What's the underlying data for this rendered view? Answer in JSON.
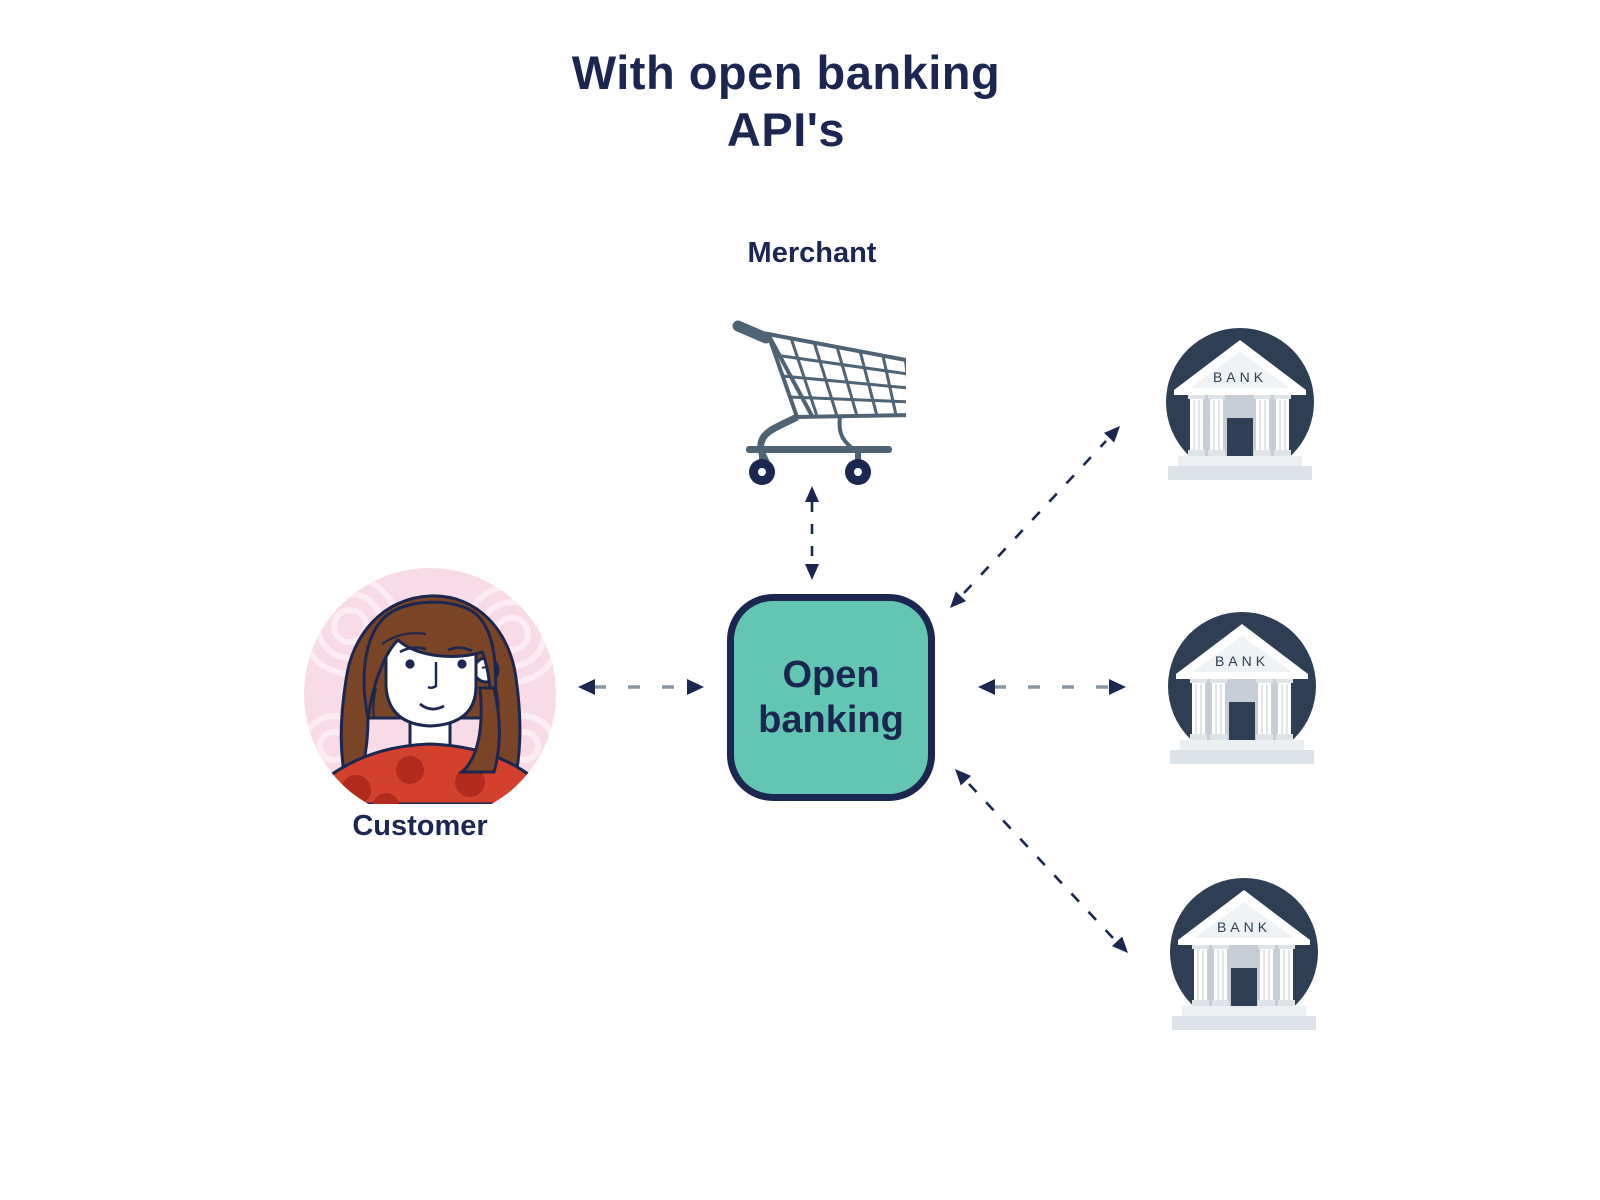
{
  "title": {
    "line1": "With open banking",
    "line2": "API's"
  },
  "merchant": {
    "label": "Merchant",
    "icon": "shopping-cart-icon"
  },
  "customer": {
    "label": "Customer",
    "icon": "customer-avatar"
  },
  "hub": {
    "label_line1": "Open",
    "label_line2": "banking"
  },
  "banks": [
    {
      "label": "BANK",
      "icon": "bank-building-icon"
    },
    {
      "label": "BANK",
      "icon": "bank-building-icon"
    },
    {
      "label": "BANK",
      "icon": "bank-building-icon"
    }
  ],
  "connectors": [
    {
      "name": "merchant-hub",
      "style": "dashed-double-arrow"
    },
    {
      "name": "customer-hub",
      "style": "dashed-double-arrow"
    },
    {
      "name": "hub-bank-top",
      "style": "dashed-double-arrow"
    },
    {
      "name": "hub-bank-middle",
      "style": "dashed-double-arrow"
    },
    {
      "name": "hub-bank-bottom",
      "style": "dashed-double-arrow"
    }
  ],
  "colors": {
    "navy_text": "#1b2750",
    "hub_teal": "#63c6b3",
    "bank_circle": "#2e3f55",
    "cart_slate": "#4e6374",
    "dash_gray": "#8b95a3",
    "avatar_pink": "#f9dbe7",
    "shirt_red": "#d4402e",
    "shirt_dot_red": "#b22b1c",
    "hair_brown": "#7a4426"
  }
}
